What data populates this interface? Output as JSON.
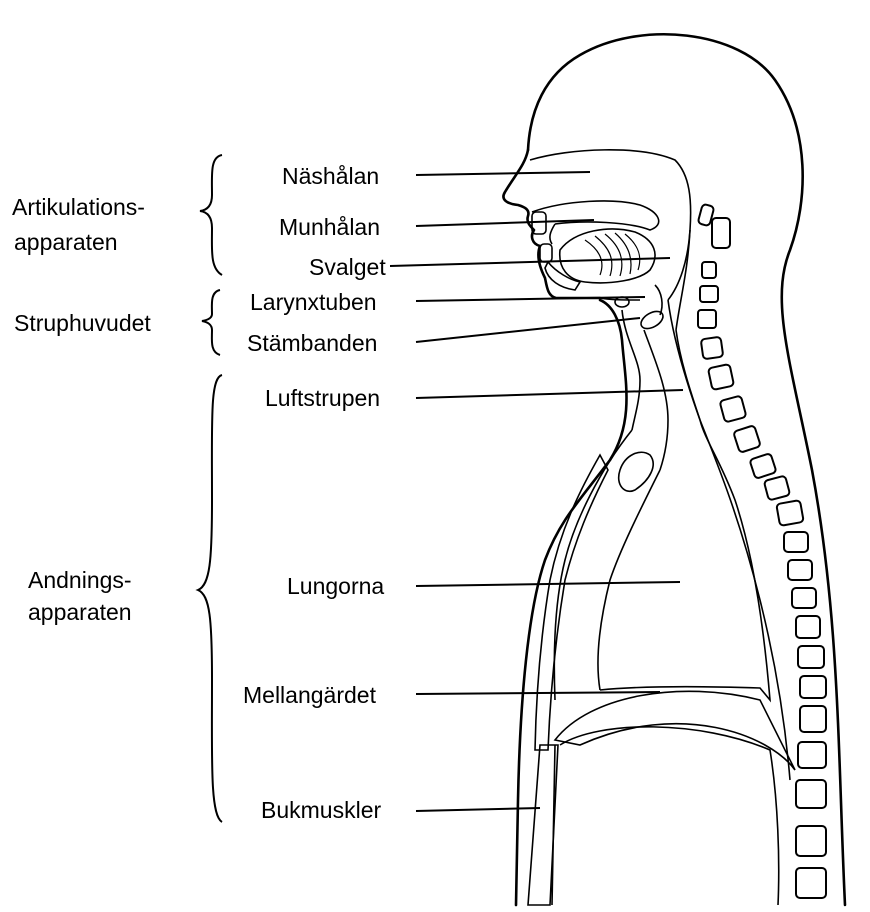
{
  "labels": {
    "nashalan": "Näshålan",
    "munhalan": "Munhålan",
    "svalget": "Svalget",
    "larynxtuben": "Larynxtuben",
    "stambanden": "Stämbanden",
    "luftstrupen": "Luftstrupen",
    "lungorna": "Lungorna",
    "mellangardet": "Mellangärdet",
    "bukmuskler": "Bukmuskler"
  },
  "groups": {
    "artikulation_line1": "Artikulations-",
    "artikulation_line2": "apparaten",
    "struphuvudet": "Struphuvudet",
    "andnings_line1": "Andnings-",
    "andnings_line2": "apparaten"
  }
}
